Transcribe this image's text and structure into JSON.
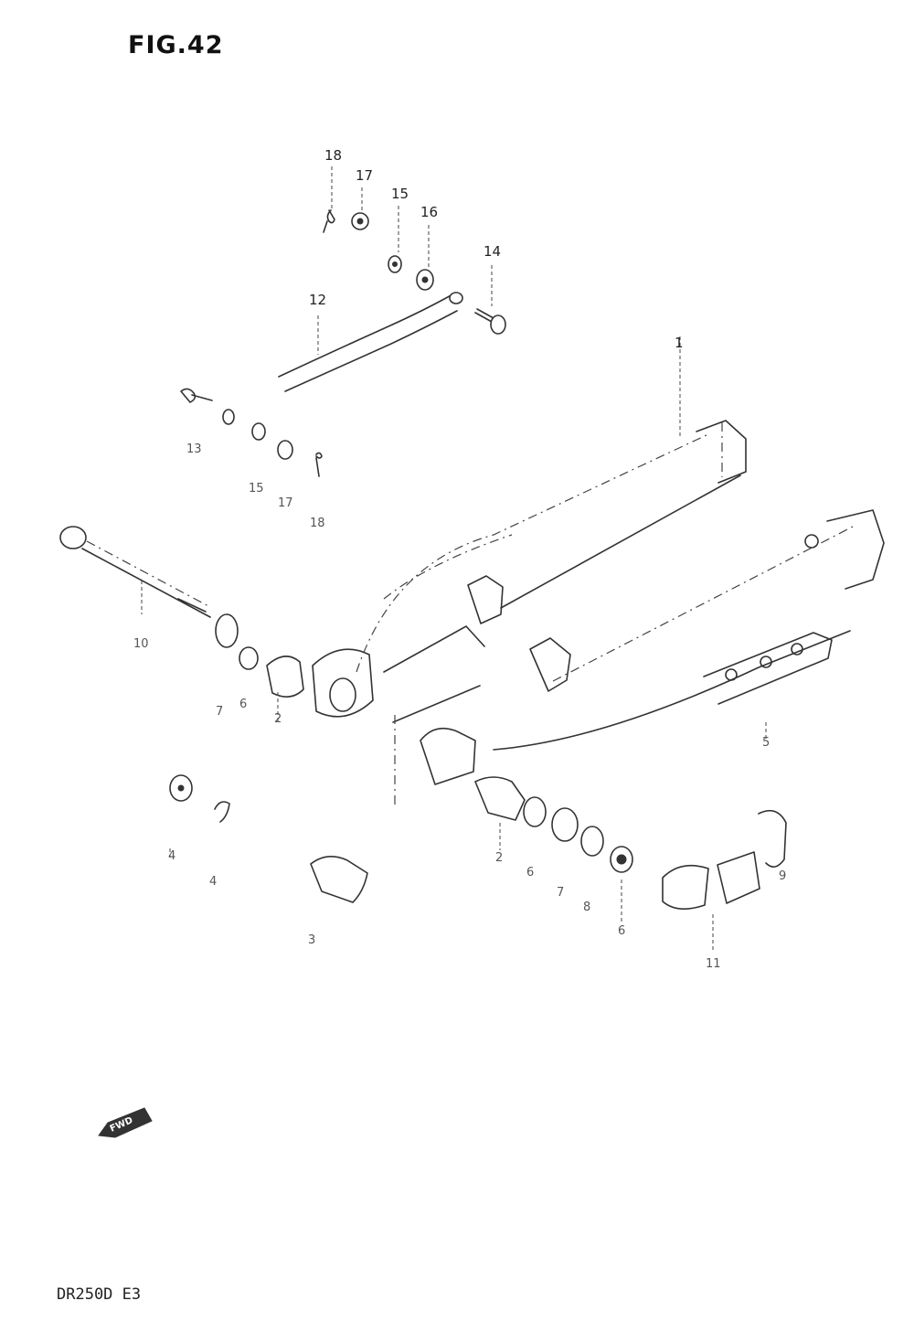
{
  "figure": {
    "title": "FIG.42",
    "model_code": "DR250D E3",
    "fwd_indicator": "FWD"
  },
  "callouts": [
    {
      "id": "c18a",
      "label": "18"
    },
    {
      "id": "c17a",
      "label": "17"
    },
    {
      "id": "c15a",
      "label": "15"
    },
    {
      "id": "c16a",
      "label": "16"
    },
    {
      "id": "c14",
      "label": "14"
    },
    {
      "id": "c12",
      "label": "12"
    },
    {
      "id": "c1",
      "label": "1"
    },
    {
      "id": "c13",
      "label": "13"
    },
    {
      "id": "c15b",
      "label": "15"
    },
    {
      "id": "c17b",
      "label": "17"
    },
    {
      "id": "c18b",
      "label": "18"
    },
    {
      "id": "c10",
      "label": "10"
    },
    {
      "id": "c7a",
      "label": "7"
    },
    {
      "id": "c6a",
      "label": "6"
    },
    {
      "id": "c2a",
      "label": "2"
    },
    {
      "id": "c5",
      "label": "5"
    },
    {
      "id": "c4a",
      "label": "4"
    },
    {
      "id": "c4b",
      "label": "4"
    },
    {
      "id": "c3",
      "label": "3"
    },
    {
      "id": "c2b",
      "label": "2"
    },
    {
      "id": "c6b",
      "label": "6"
    },
    {
      "id": "c7b",
      "label": "7"
    },
    {
      "id": "c8",
      "label": "8"
    },
    {
      "id": "c6c",
      "label": "6"
    },
    {
      "id": "c11",
      "label": "11"
    },
    {
      "id": "c9",
      "label": "9"
    }
  ]
}
